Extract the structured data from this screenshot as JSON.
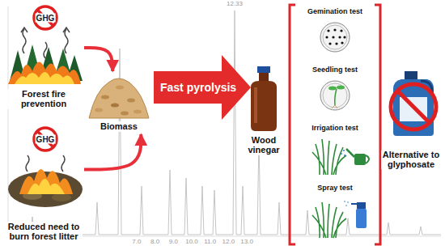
{
  "diagram": {
    "nodes": [
      {
        "text": [
          "Forest fire prevention"
        ]
      },
      {
        "text": [
          "Reduced need to burn forest litter"
        ]
      },
      {
        "text": [
          "Biomass"
        ]
      },
      {
        "text": [
          "Fast pyrolysis"
        ]
      },
      {
        "text": [
          "Wood vinegar"
        ]
      },
      {
        "text": [
          "Gemination test"
        ]
      },
      {
        "text": [
          "Seedling test"
        ]
      },
      {
        "text": [
          "Irrigation test"
        ]
      },
      {
        "text": [
          "Spray test"
        ]
      },
      {
        "text": [
          "Alternative to glyphosate"
        ]
      }
    ],
    "edges": [
      {
        "from": 0,
        "to": 2,
        "arrow": "to"
      },
      {
        "from": 1,
        "to": 2,
        "arrow": "to"
      }
    ],
    "labels": [
      "GHG",
      "GHG",
      "12.33",
      "7.0",
      "8.0",
      "9.0",
      "10.0",
      "11.0",
      "12.0",
      "13.0"
    ]
  }
}
